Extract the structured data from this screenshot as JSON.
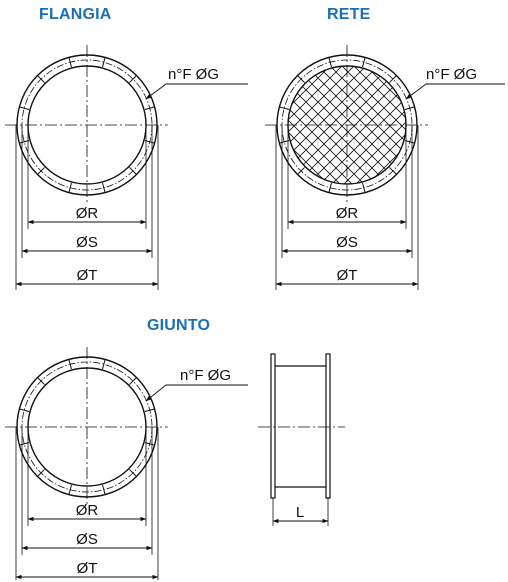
{
  "titles": {
    "flangia": "FLANGIA",
    "rete": "RETE",
    "giunto": "GIUNTO"
  },
  "labels": {
    "holes": "n°F ØG",
    "dia_r": "ØR",
    "dia_s": "ØS",
    "dia_t": "ØT",
    "length": "L"
  },
  "colors": {
    "title": "#1a6fb5",
    "line": "#111111"
  }
}
